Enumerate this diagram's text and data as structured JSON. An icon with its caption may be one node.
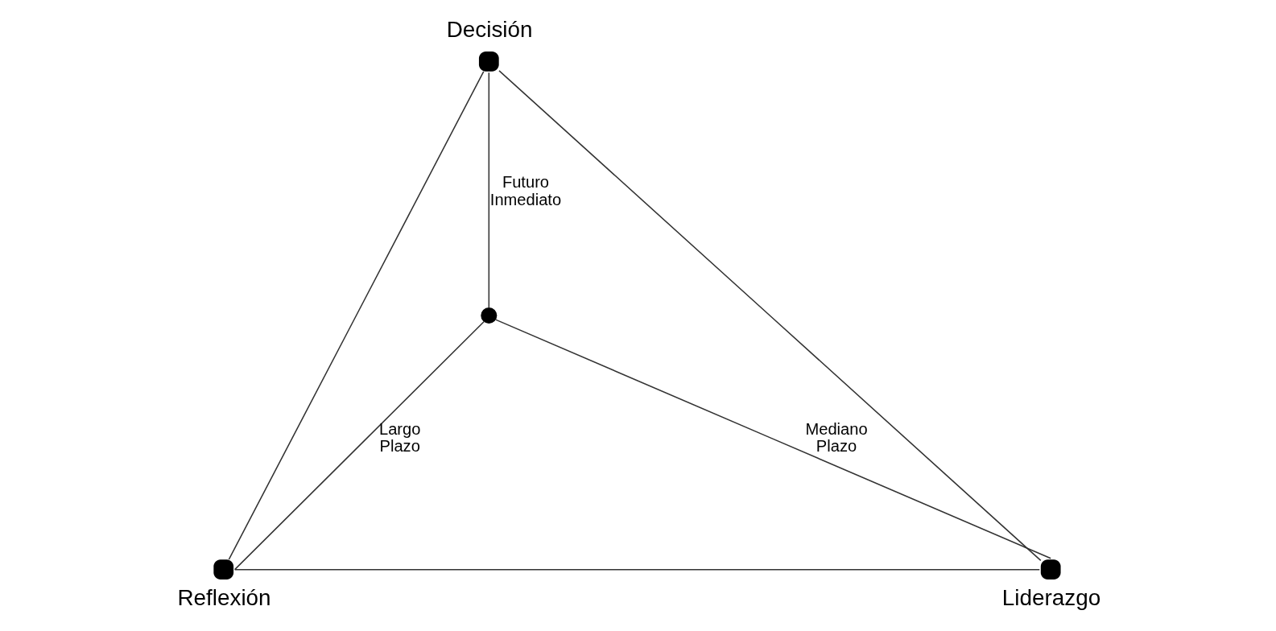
{
  "diagram": {
    "nodes": [
      {
        "text": [
          "Decisión"
        ]
      },
      {
        "text": [],
        "shape": "circle"
      },
      {
        "text": [
          "Reflexión"
        ]
      },
      {
        "text": [
          "Liderazgo"
        ]
      }
    ],
    "edges": [
      {
        "from": 0,
        "to": 1,
        "arrow": "none",
        "label": "Futuro Inmediato"
      },
      {
        "from": 0,
        "to": 2,
        "arrow": "none"
      },
      {
        "from": 0,
        "to": 3,
        "arrow": "none"
      },
      {
        "from": 1,
        "to": 2,
        "arrow": "none",
        "label": "Largo Plazo"
      },
      {
        "from": 1,
        "to": 3,
        "arrow": "none",
        "label": "Mediano Plazo"
      },
      {
        "from": 2,
        "to": 3,
        "arrow": "none"
      }
    ]
  }
}
